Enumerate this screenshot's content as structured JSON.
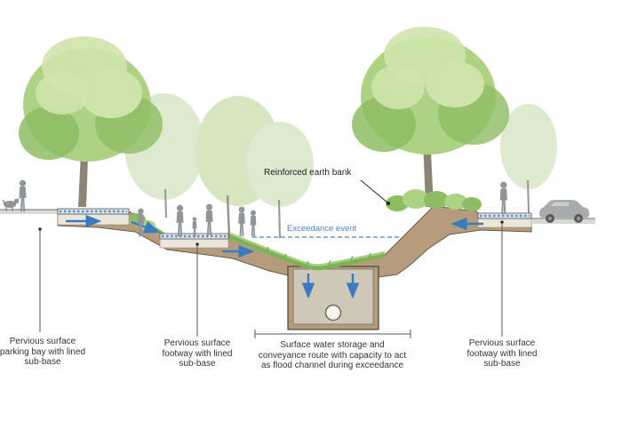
{
  "title": "Sustainable drainage (SuDS) exceedance swale cross-section",
  "palette": {
    "earth": "#b49c7c",
    "earthOutline": "#6b5b43",
    "subbase": "#cdc8b8",
    "subbaseLight": "#eae6dc",
    "grass": "#7db356",
    "grassLight": "#a8cf7f",
    "foliage": "#aed284",
    "foliageLight": "#cfe4ab",
    "foliageDark": "#8dbd63",
    "foliagePale": "#dcead0",
    "trunk": "#8a8574",
    "people": "#8f9598",
    "water": "#3a7bbf",
    "exceedance": "#4a86c8",
    "label": "#333333",
    "leader": "#555555",
    "pavement": "#d8d8d4",
    "pervious": "#dfe7ee",
    "perviousDash": "#5b8fc9"
  },
  "labels": {
    "reinforced_bank": "Reinforced earth bank",
    "exceedance_event": "Exceedance event",
    "parking": {
      "lines": [
        "Pervious surface",
        "parking bay with lined",
        "sub-base"
      ]
    },
    "footway_left": {
      "lines": [
        "Pervious surface",
        "footway with lined",
        "sub-base"
      ]
    },
    "storage": {
      "lines": [
        "Surface water storage and",
        "conveyance route with capacity to act",
        "as flood channel during exceedance"
      ]
    },
    "footway_right": {
      "lines": [
        "Pervious surface",
        "footway with lined",
        "sub-base"
      ]
    }
  }
}
